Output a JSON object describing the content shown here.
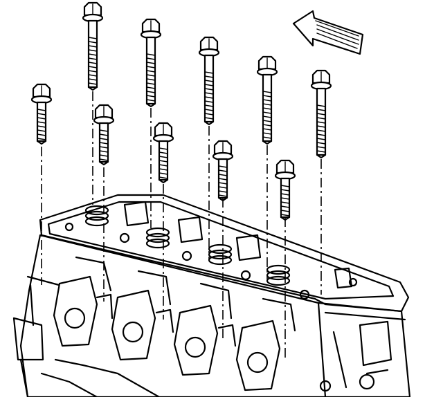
{
  "figure": {
    "bolts": [
      {
        "id": "bolt-1",
        "kind": "short"
      },
      {
        "id": "bolt-2",
        "kind": "long"
      },
      {
        "id": "bolt-3",
        "kind": "short"
      },
      {
        "id": "bolt-4",
        "kind": "long"
      },
      {
        "id": "bolt-5",
        "kind": "short"
      },
      {
        "id": "bolt-6",
        "kind": "long"
      },
      {
        "id": "bolt-7",
        "kind": "short"
      },
      {
        "id": "bolt-8",
        "kind": "long"
      },
      {
        "id": "bolt-9",
        "kind": "short"
      },
      {
        "id": "bolt-10",
        "kind": "long"
      }
    ],
    "direction_arrow": {
      "icon": "front-direction-arrow-icon"
    },
    "colors": {
      "ink": "#000000",
      "paper": "#ffffff"
    }
  }
}
